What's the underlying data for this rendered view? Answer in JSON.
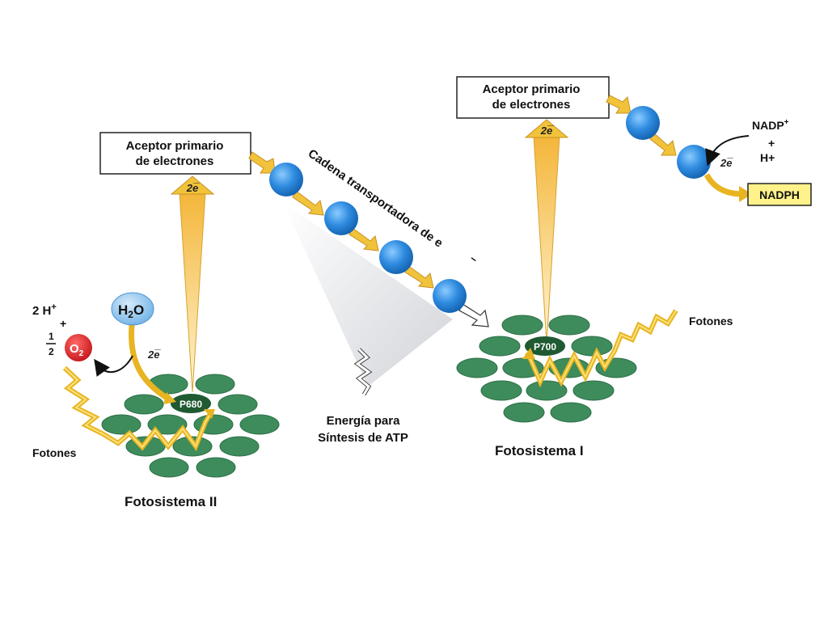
{
  "psii": {
    "title": "Fotosistema II",
    "reaction_center": "P680",
    "acceptor_line1": "Aceptor primario",
    "acceptor_line2": "de electrones",
    "electrons_up": "2e̅",
    "water": "H",
    "water_sub": "2",
    "water_o": "O",
    "water_electrons": "2e̅",
    "protons": "2 H",
    "protons_sup": "+",
    "plus": "+",
    "half_num": "1",
    "half_den": "2",
    "oxygen": "O",
    "oxygen_sub": "2",
    "photons": "Fotones"
  },
  "chain": {
    "label_part1": "Cadena transportadora de e",
    "label_minus": "−",
    "energy_line1": "Energía para",
    "energy_line2": "Síntesis de ATP"
  },
  "psi": {
    "title": "Fotosistema I",
    "reaction_center": "P700",
    "acceptor_line1": "Aceptor primario",
    "acceptor_line2": "de electrones",
    "electrons_up": "2e̅",
    "photons": "Fotones",
    "nadp": "NADP",
    "nadp_sup": "+",
    "plus": "+",
    "h": "H+",
    "electrons": "2e̅",
    "nadph": "NADPH"
  },
  "colors": {
    "green_disc": "#3e8c5c",
    "reaction_center": "#1f5a32",
    "yellow_arrow": "#f1c33b",
    "electron_carrier": "#3a93e0",
    "oxygen": "#d81f26",
    "water": "#7cb9ea",
    "nadph_box": "#fff28a"
  }
}
